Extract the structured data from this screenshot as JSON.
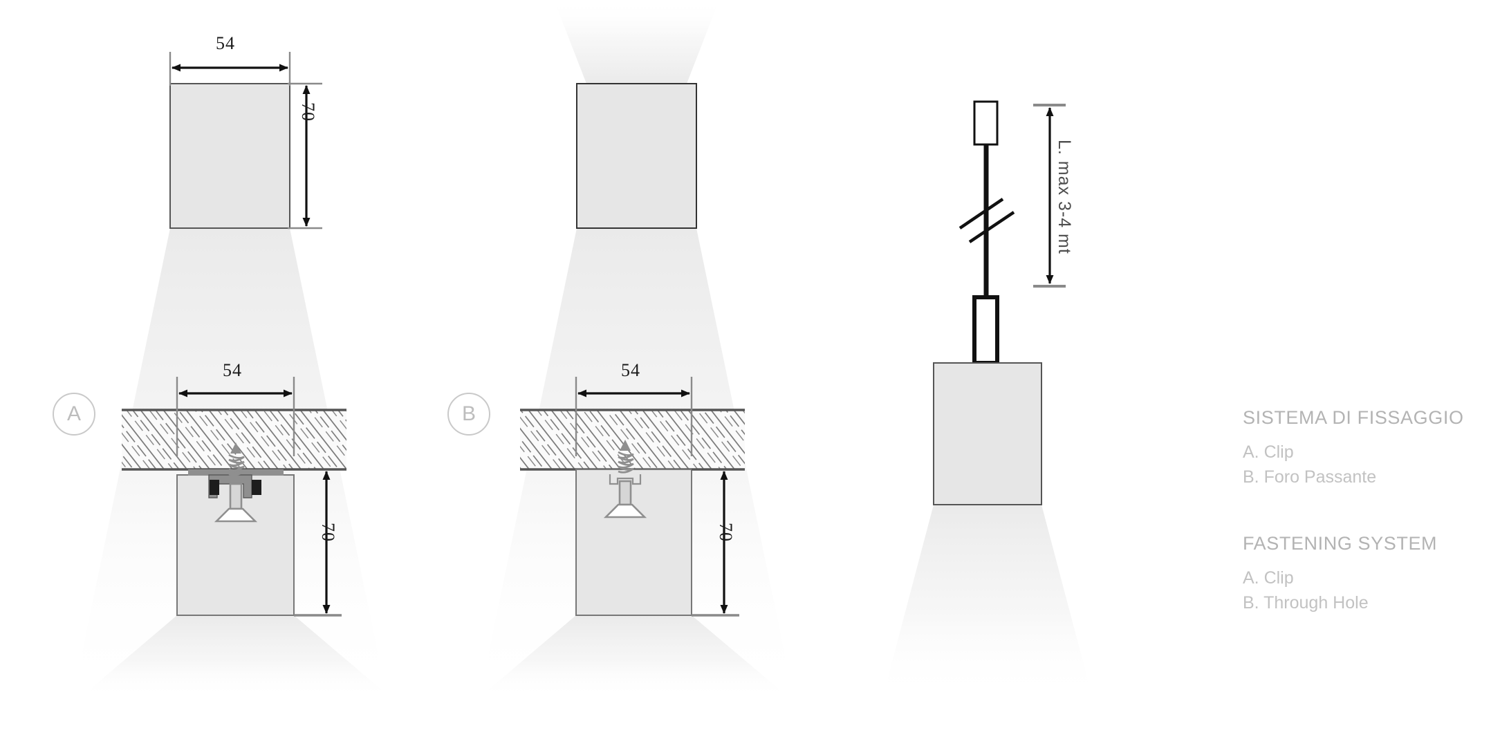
{
  "document": {
    "type": "technical-product-drawing",
    "subject": "luminaire mounting / fastening system"
  },
  "dimensions": {
    "top_left_width": "54",
    "top_left_height": "70",
    "section_a_width": "54",
    "section_a_height": "70",
    "section_b_width": "54",
    "section_b_height": "70",
    "pendant_drop": "L. max 3-4 mt"
  },
  "markers": {
    "a": "A",
    "b": "B"
  },
  "legend": {
    "italian": {
      "title": "SISTEMA DI FISSAGGIO",
      "items": [
        "A. Clip",
        "B. Foro Passante"
      ]
    },
    "english": {
      "title": "FASTENING SYSTEM",
      "items": [
        "A. Clip",
        "B. Through Hole"
      ]
    }
  },
  "colors": {
    "fixture_fill": "#e6e6e6",
    "fixture_stroke": "#555555",
    "dimension_line": "#111111",
    "extension_line": "#8a8a8a",
    "hatch": "#6e6e6e",
    "legend_text": "#b9b9b9",
    "light_cone": "#f2f2f2"
  },
  "views": [
    {
      "name": "top-left-elevation",
      "label": "fixture front elevation with 54 x 70 dimensions"
    },
    {
      "name": "top-middle-elevation",
      "label": "fixture elevation with up-light and down-light cones"
    },
    {
      "name": "section-a",
      "label": "clip mounting section detail"
    },
    {
      "name": "section-b",
      "label": "through hole mounting section detail"
    },
    {
      "name": "pendant-suspension",
      "label": "suspended pendant with cable and canopy"
    }
  ]
}
